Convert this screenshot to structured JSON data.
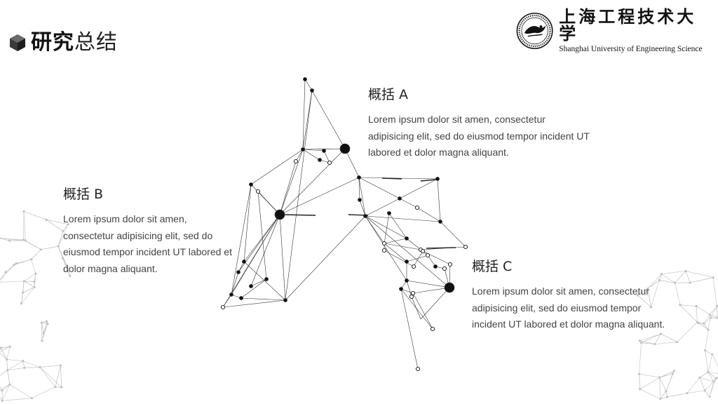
{
  "title": {
    "bold": "研究",
    "light": "总结"
  },
  "logo": {
    "cn": "上海工程技术大学",
    "en": "Shanghai University of Engineering Science"
  },
  "blocks": [
    {
      "heading": "概括 A",
      "body": "Lorem ipsum dolor sit amen, consectetur adipisicing elit, sed do eiusmod tempor incident UT labored et dolor magna aliquant."
    },
    {
      "heading": "概括 B",
      "body": "Lorem ipsum dolor sit amen, consectetur adipisicing elit, sed do eiusmod tempor incident UT labored et dolor magna aliquant."
    },
    {
      "heading": "概括 C",
      "body": "Lorem ipsum dolor sit amen, consectetur adipisicing elit, sed do eiusmod tempor incident UT labored et dolor magna aliquant."
    }
  ],
  "icons": {
    "title_marker": "hexagon-icon",
    "logo_seal": "university-seal-icon"
  }
}
